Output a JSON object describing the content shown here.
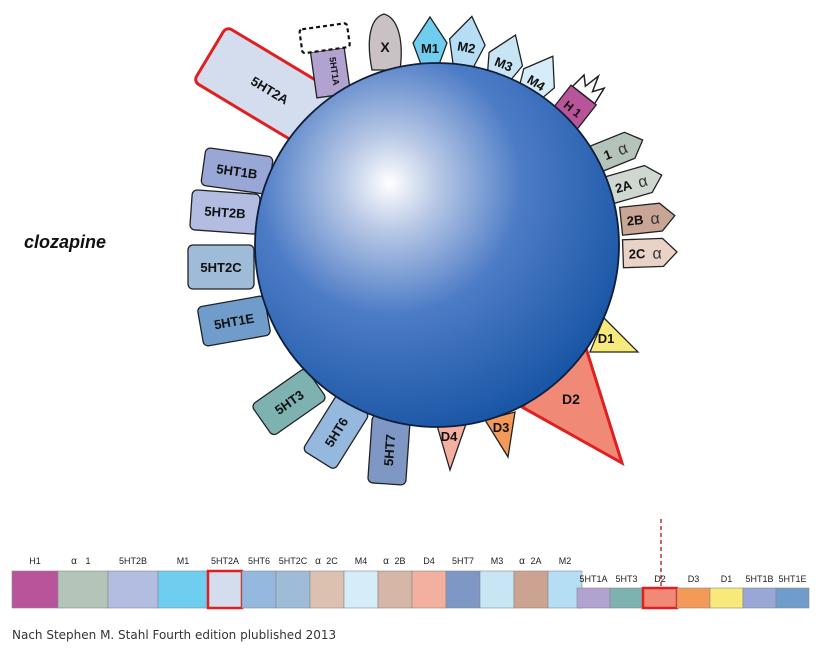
{
  "drug_name": "clozapine",
  "footnote": "Nach Stephen M. Stahl Fourth edition plublished 2013",
  "receptor_labels": {
    "x": "X",
    "m1": "M1",
    "m2": "M2",
    "m3": "M3",
    "m4": "M4",
    "h1": "H 1",
    "a1": "1",
    "a2a": "2A",
    "a2b": "2B",
    "a2c": "2C",
    "d1": "D1",
    "d2": "D2",
    "d3": "D3",
    "d4": "D4",
    "ht7": "5HT7",
    "ht6": "5HT6",
    "ht3": "5HT3",
    "ht1e": "5HT1E",
    "ht2c": "5HT2C",
    "ht2b": "5HT2B",
    "ht1b": "5HT1B",
    "ht2a": "5HT2A",
    "ht1a": "5HT1A"
  },
  "colors": {
    "sphere_center": "#ffffff",
    "sphere_mid": "#3f6fbf",
    "sphere_edge": "#1a55a3",
    "highlight_border": "#e02020"
  },
  "bar": {
    "top_row": [
      {
        "label": "H1",
        "color": "#b9549b",
        "greek": false
      },
      {
        "label": "1",
        "color": "#b5c4b9",
        "greek": true
      },
      {
        "label": "5HT2B",
        "color": "#b2bde1",
        "greek": false
      },
      {
        "label": "M1",
        "color": "#6fcdf0",
        "greek": false
      },
      {
        "label": "5HT2A",
        "color": "#d4ddee",
        "greek": false,
        "highlight": true
      },
      {
        "label": "5HT6",
        "color": "#95b8de",
        "greek": false
      },
      {
        "label": "5HT2C",
        "color": "#9ebbd8",
        "greek": false
      },
      {
        "label": "2C",
        "color": "#dcc1b1",
        "greek": true
      },
      {
        "label": "M4",
        "color": "#d6ecf9",
        "greek": false
      },
      {
        "label": "2B",
        "color": "#d6b6a6",
        "greek": true
      },
      {
        "label": "D4",
        "color": "#f3afa0",
        "greek": false
      },
      {
        "label": "5HT7",
        "color": "#7e97c4",
        "greek": false
      },
      {
        "label": "M3",
        "color": "#c8e5f6",
        "greek": false
      },
      {
        "label": "2A",
        "color": "#cca291",
        "greek": true
      },
      {
        "label": "M2",
        "color": "#b5ddf4",
        "greek": false
      }
    ],
    "bottom_row": [
      {
        "label": "5HT1A",
        "color": "#b1a2cf",
        "greek": false
      },
      {
        "label": "5HT3",
        "color": "#7eb2b0",
        "greek": false
      },
      {
        "label": "D2",
        "color": "#f08a76",
        "greek": false,
        "highlight": true
      },
      {
        "label": "D3",
        "color": "#f39a58",
        "greek": false
      },
      {
        "label": "D1",
        "color": "#f8ea7a",
        "greek": false
      },
      {
        "label": "5HT1B",
        "color": "#98a7d6",
        "greek": false
      },
      {
        "label": "5HT1E",
        "color": "#6f9ccb",
        "greek": false
      }
    ]
  }
}
